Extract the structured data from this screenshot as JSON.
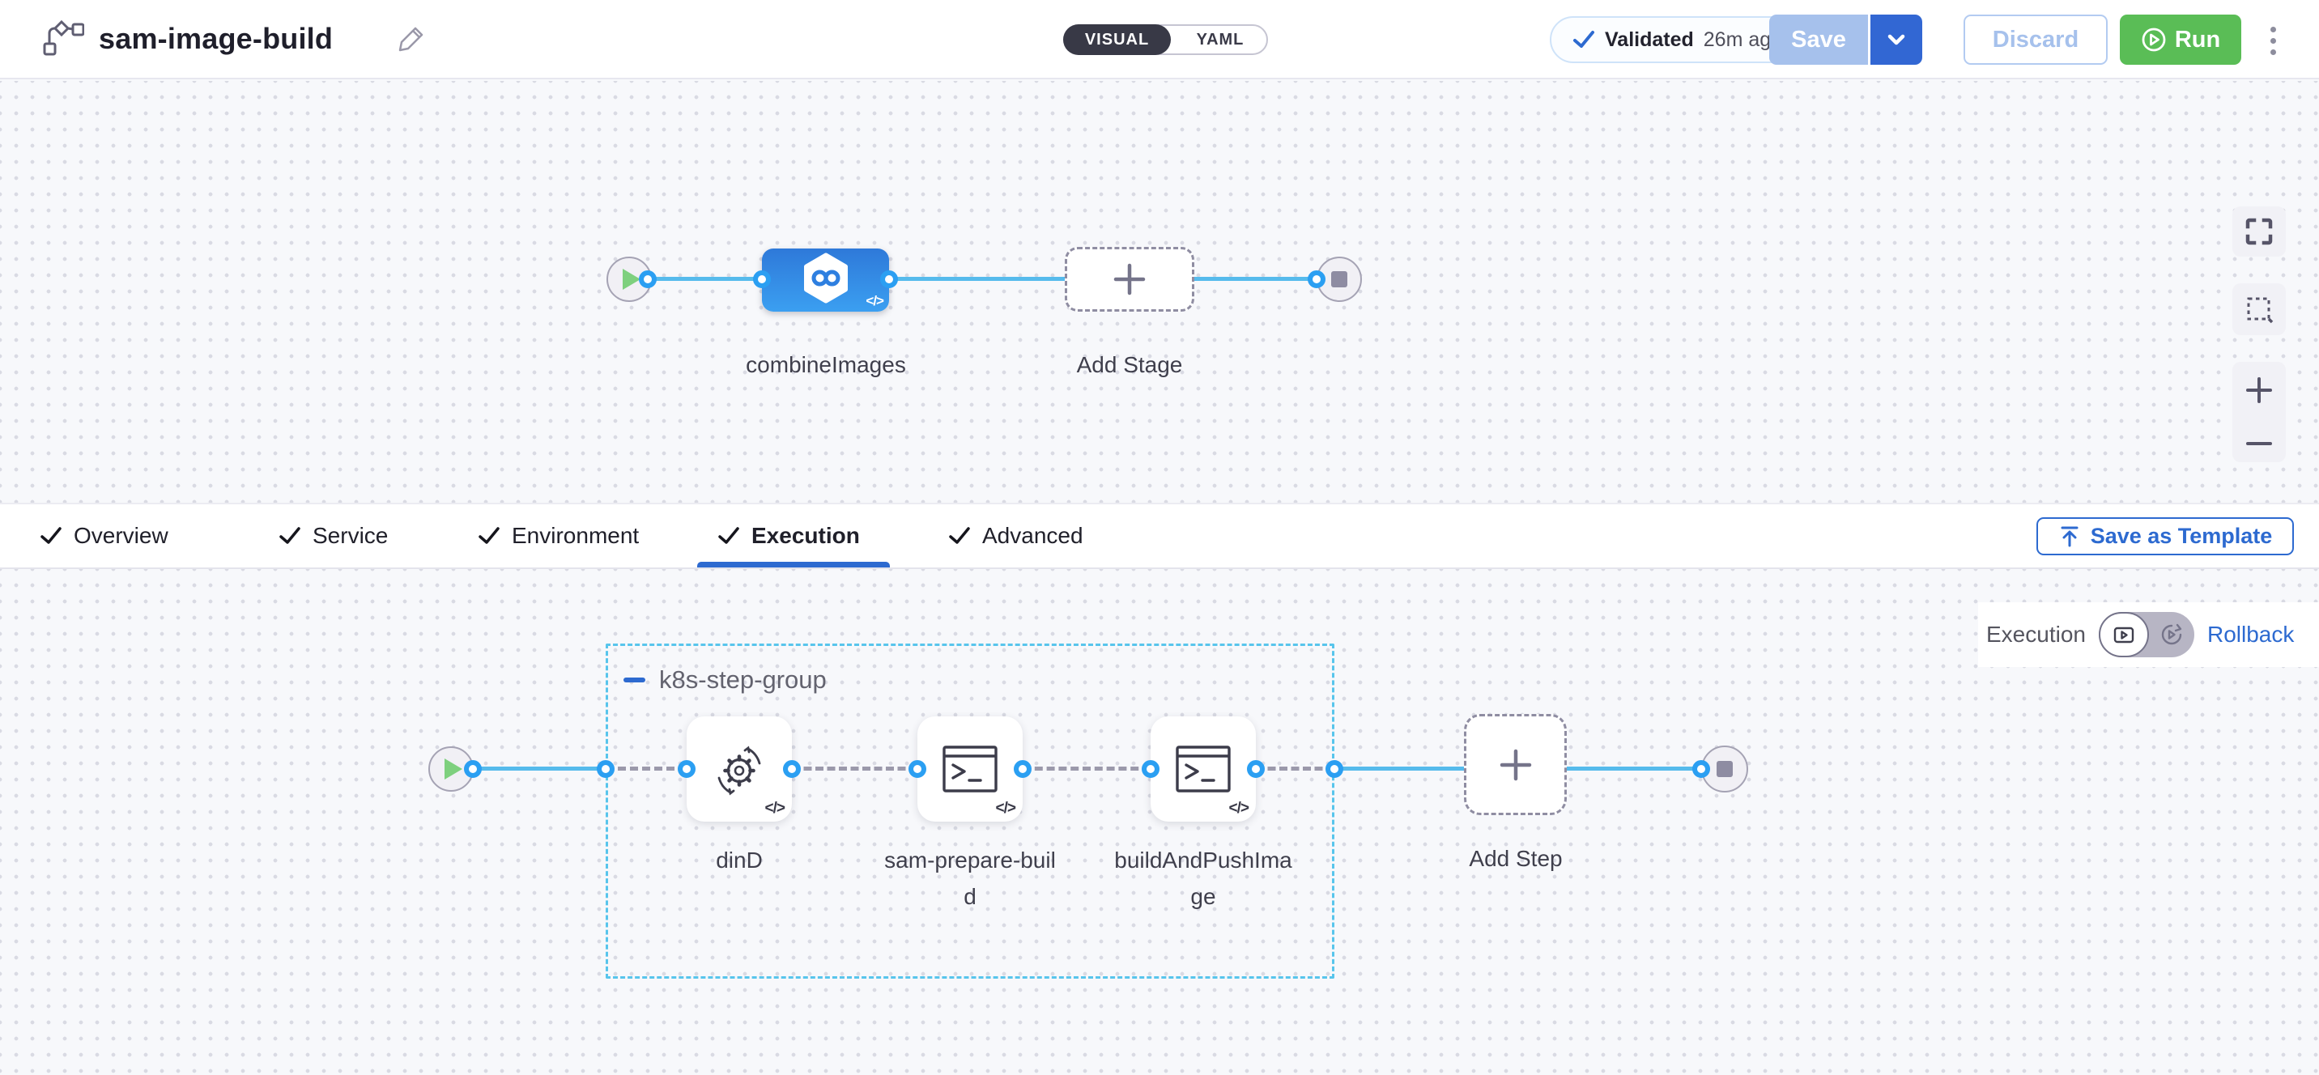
{
  "header": {
    "title": "sam-image-build",
    "mode_toggle": {
      "visual": "VISUAL",
      "yaml": "YAML"
    },
    "validated": {
      "status": "Validated",
      "time_ago": "26m ago"
    },
    "buttons": {
      "save": "Save",
      "discard": "Discard",
      "run": "Run"
    }
  },
  "pipeline_canvas": {
    "stages": [
      {
        "name": "combineImages"
      }
    ],
    "add_stage": "Add Stage"
  },
  "config_tabs": {
    "items": [
      {
        "label": "Overview",
        "checked": true
      },
      {
        "label": "Service",
        "checked": true
      },
      {
        "label": "Environment",
        "checked": true
      },
      {
        "label": "Execution",
        "checked": true,
        "active": true
      },
      {
        "label": "Advanced",
        "checked": true
      }
    ],
    "save_as_template": "Save as Template"
  },
  "execution_canvas": {
    "mode_labels": {
      "execution": "Execution",
      "rollback": "Rollback"
    },
    "step_group": {
      "name": "k8s-step-group"
    },
    "steps": [
      {
        "name": "dinD"
      },
      {
        "name": "sam-prepare-build"
      },
      {
        "name": "buildAndPushImage"
      }
    ],
    "add_step": "Add Step"
  },
  "icons": {
    "code_badge": "</>"
  },
  "colors": {
    "accent_blue": "#2d6ad0",
    "stage_blue": "#2e79d9",
    "connector_blue": "#56bbec",
    "port_blue": "#2b9ff2",
    "run_green": "#5abd56",
    "save_disabled_blue": "#a6c1ec",
    "group_border_cyan": "#58c5ec",
    "toggle_dark": "#383946"
  }
}
